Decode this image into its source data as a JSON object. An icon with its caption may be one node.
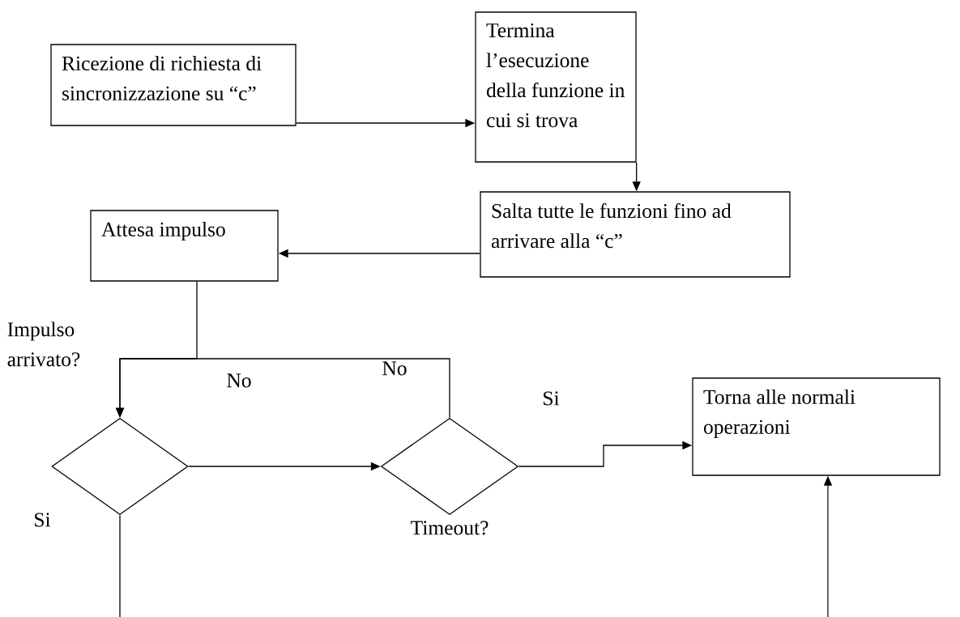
{
  "diagram": {
    "nodes": [
      {
        "text": [
          "Ricezione di richiesta di sincronizzazione su “c”"
        ]
      },
      {
        "text": [
          "Termina l’esecuzione della funzione in cui si trova"
        ]
      },
      {
        "text": [
          "Salta tutte le funzioni fino ad arrivare alla “c”"
        ]
      },
      {
        "text": [
          "Attesa impulso"
        ]
      },
      {
        "text": [],
        "shape": "diamond"
      },
      {
        "text": [],
        "shape": "diamond",
        "beside": [
          "Timeout?"
        ]
      },
      {
        "text": [
          "Torna alle normali operazioni"
        ]
      }
    ],
    "edges": [
      {
        "from": 0,
        "to": 1,
        "arrow": "to"
      },
      {
        "from": 1,
        "to": 2,
        "arrow": "to"
      },
      {
        "from": 2,
        "to": 3,
        "arrow": "to"
      },
      {
        "from": 3,
        "to": 4,
        "arrow": "to"
      },
      {
        "from": 5,
        "to": 4,
        "arrow": "to"
      },
      {
        "from": 4,
        "to": 5,
        "arrow": "to"
      },
      {
        "from": 5,
        "to": 6,
        "arrow": "to",
        "label": "Si"
      },
      {
        "from": 4,
        "to": null,
        "arrow": "none",
        "label": "Si"
      },
      {
        "from": null,
        "to": 6,
        "arrow": "to"
      }
    ],
    "labels": [
      "Impulso arrivato?",
      "No",
      "No"
    ]
  }
}
